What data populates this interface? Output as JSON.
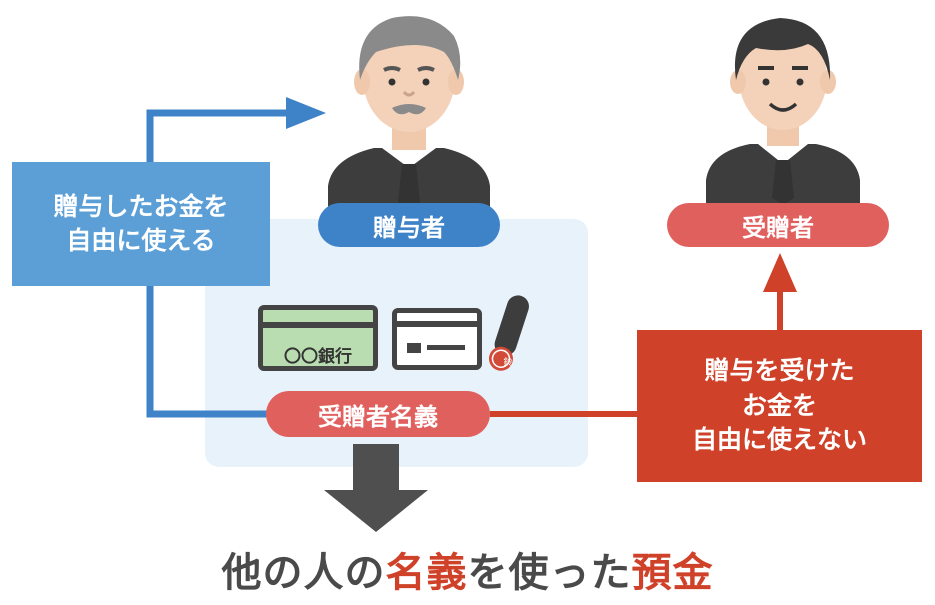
{
  "giver": {
    "label": "贈与者"
  },
  "recipient": {
    "label": "受贈者"
  },
  "account": {
    "label": "受贈者名義"
  },
  "card": {
    "bank_text": "〇〇銀行"
  },
  "seal": {
    "mark": "鈴"
  },
  "giver_note": {
    "text": "贈与したお金を\n自由に使える"
  },
  "recipient_note": {
    "text": "贈与を受けた\nお金を\n自由に使えない"
  },
  "caption": {
    "part1": "他の人の",
    "part2": "名義",
    "part3": "を使った",
    "part4": "預金"
  },
  "colors": {
    "blue": "#3e83c8",
    "light_blue": "#5b9fd6",
    "red": "#cf4128",
    "pink": "#e0605e",
    "panel": "#e8f2fb"
  }
}
